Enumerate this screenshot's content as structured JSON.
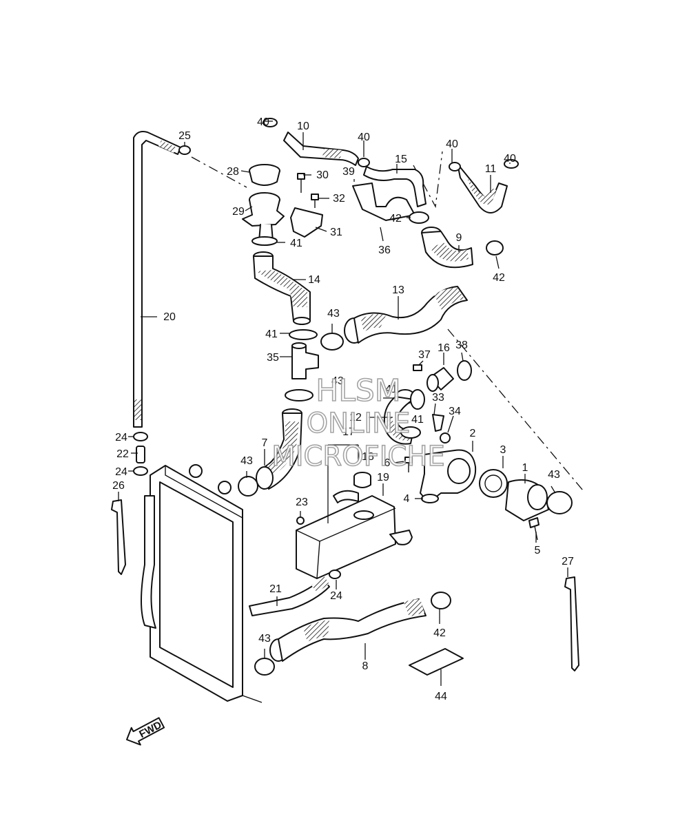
{
  "watermark": {
    "line1": "HLSM",
    "line2": "ONLINE",
    "line3": "MICROFICHE"
  },
  "direction_label": "FWD",
  "callouts": {
    "c1": "1",
    "c2": "2",
    "c3": "3",
    "c4": "4",
    "c5": "5",
    "c6": "6",
    "c7": "7",
    "c8": "8",
    "c9": "9",
    "c10": "10",
    "c11": "11",
    "c12": "12",
    "c13": "13",
    "c14": "14",
    "c15": "15",
    "c16": "16",
    "c17": "17",
    "c18": "18",
    "c19": "19",
    "c20": "20",
    "c21": "21",
    "c22": "22",
    "c23": "23",
    "c24a": "24",
    "c24b": "24",
    "c24c": "24",
    "c25": "25",
    "c26": "26",
    "c27": "27",
    "c28": "28",
    "c29": "29",
    "c30": "30",
    "c31": "31",
    "c32": "32",
    "c33": "33",
    "c34": "34",
    "c35": "35",
    "c36": "36",
    "c37": "37",
    "c38": "38",
    "c39": "39",
    "c40a": "40",
    "c40b": "40",
    "c40c": "40",
    "c40d": "40",
    "c41a": "41",
    "c41b": "41",
    "c41c": "41",
    "c41d": "41",
    "c42a": "42",
    "c42b": "42",
    "c42c": "42",
    "c43a": "43",
    "c43b": "43",
    "c43c": "43",
    "c43d": "43",
    "c43e": "43",
    "c44": "44"
  }
}
